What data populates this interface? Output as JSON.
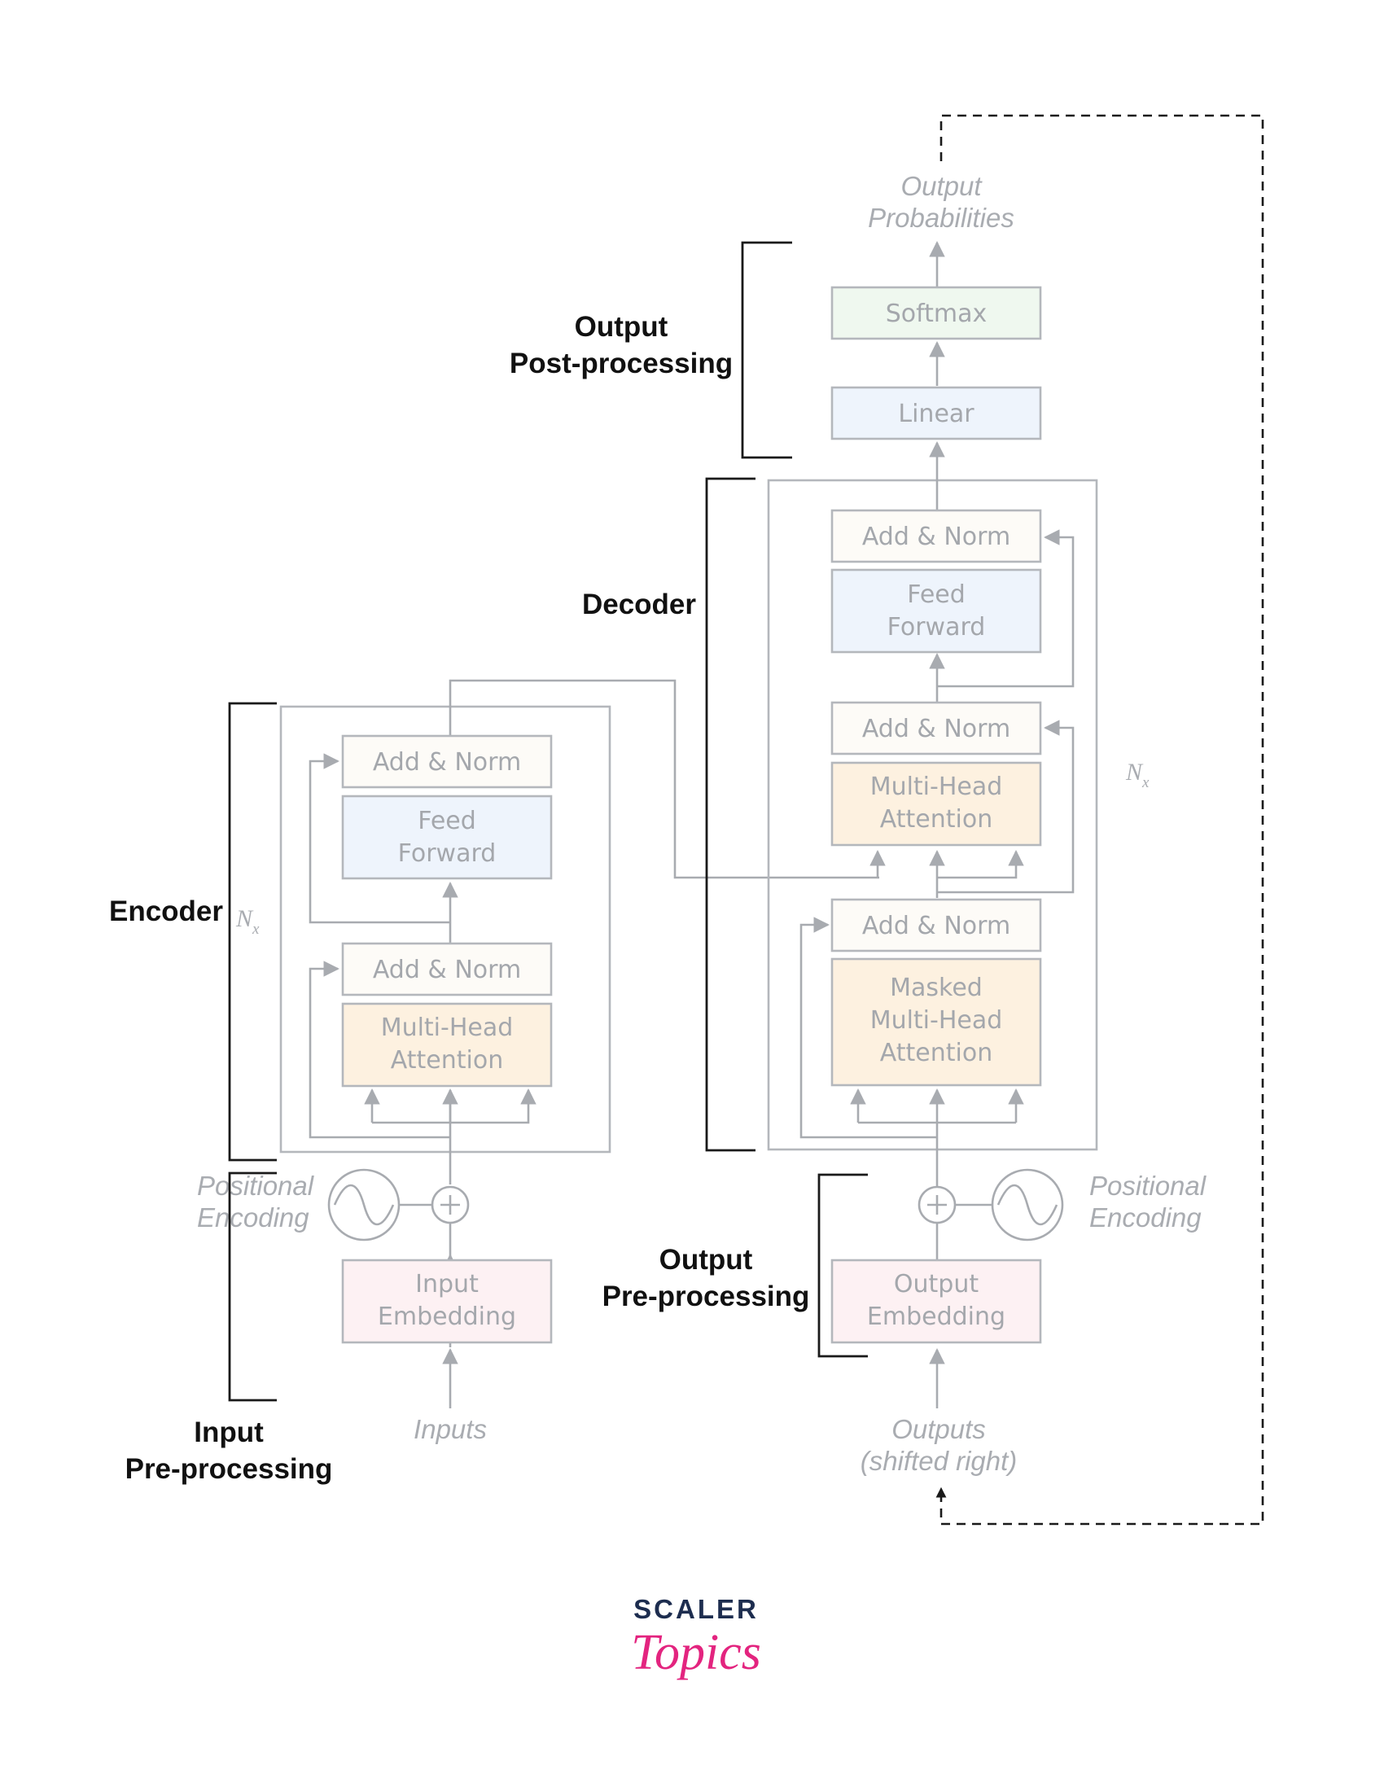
{
  "diagram": {
    "encoder": {
      "add_norm_top": "Add & Norm",
      "feed_forward": [
        "Feed",
        "Forward"
      ],
      "add_norm_bottom": "Add & Norm",
      "attention": [
        "Multi-Head",
        "Attention"
      ],
      "repeat_n": "N",
      "repeat_sub": "x",
      "input_embedding": [
        "Input",
        "Embedding"
      ],
      "positional_encoding": [
        "Positional",
        "Encoding"
      ],
      "inputs_label": "Inputs"
    },
    "decoder": {
      "add_norm_1": "Add & Norm",
      "feed_forward": [
        "Feed",
        "Forward"
      ],
      "add_norm_2": "Add & Norm",
      "cross_attention": [
        "Multi-Head",
        "Attention"
      ],
      "add_norm_3": "Add & Norm",
      "masked_attention": [
        "Masked",
        "Multi-Head",
        "Attention"
      ],
      "repeat_n": "N",
      "repeat_sub": "x",
      "output_embedding": [
        "Output",
        "Embedding"
      ],
      "positional_encoding": [
        "Positional",
        "Encoding"
      ],
      "outputs_label": [
        "Outputs",
        "(shifted right)"
      ]
    },
    "head": {
      "linear": "Linear",
      "softmax": "Softmax",
      "output_probabilities": [
        "Output",
        "Probabilities"
      ]
    },
    "stage_labels": {
      "output_post": [
        "Output",
        "Post-processing"
      ],
      "decoder": "Decoder",
      "encoder": "Encoder",
      "output_pre": [
        "Output",
        "Pre-processing"
      ],
      "input_pre": [
        "Input",
        "Pre-processing"
      ]
    }
  },
  "logo": {
    "top": "SCALER",
    "bottom": "Topics"
  },
  "colors": {
    "attention_fill": "#fdf1e0",
    "feed_forward_fill": "#eef4fc",
    "add_norm_fill": "#fdfbf7",
    "embedding_fill": "#fdf1f3",
    "softmax_fill": "#eff8ef",
    "linear_fill": "#eef4fc",
    "brand_navy": "#1d2d4f",
    "brand_pink": "#e3247f"
  }
}
